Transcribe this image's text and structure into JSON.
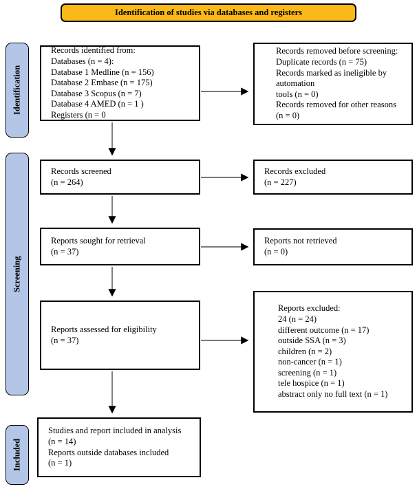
{
  "banner": {
    "title": "Identification of studies via databases and registers"
  },
  "stages": [
    {
      "label": "Identification"
    },
    {
      "label": "Screening"
    },
    {
      "label": "Included"
    }
  ],
  "boxes": {
    "identified": {
      "lines": [
        "Records identified from:",
        "Databases (n = 4):",
        "Database 1 Medline (n = 156)",
        "Database 2 Embase (n = 175)",
        "Database 3 Scopus (n = 7)",
        "Database 4 AMED (n = 1 )",
        "Registers (n = 0"
      ]
    },
    "removed": {
      "lines": [
        "Records removed before screening:",
        "Duplicate records (n = 75)",
        "Records marked as ineligible by",
        "automation",
        "tools (n = 0)",
        "Records removed for other reasons",
        "(n = 0)"
      ]
    },
    "screened": {
      "lines": [
        "Records screened",
        "(n = 264)"
      ]
    },
    "records_excluded": {
      "lines": [
        "Records excluded",
        "(n = 227)"
      ]
    },
    "sought": {
      "lines": [
        "Reports sought for retrieval",
        "(n = 37)"
      ]
    },
    "not_retrieved": {
      "lines": [
        "Reports not retrieved",
        "(n = 0)"
      ]
    },
    "assessed": {
      "lines": [
        "Reports assessed for eligibility",
        "(n = 37)"
      ]
    },
    "reports_excluded": {
      "lines": [
        "Reports excluded:",
        "24 (n = 24)",
        "different outcome (n = 17)",
        "outside SSA (n = 3)",
        "children (n = 2)",
        "non-cancer (n = 1)",
        "screening (n = 1)",
        "tele hospice (n = 1)",
        "abstract only no full text (n = 1)"
      ]
    },
    "included": {
      "lines": [
        "Studies and report included in analysis",
        "(n = 14)",
        "Reports outside databases included",
        "(n = 1)"
      ]
    }
  },
  "colors": {
    "banner_bg": "#FBB917",
    "stage_bg": "#B4C6E7",
    "box_border": "#000000",
    "connector": "#4d4d4d"
  }
}
